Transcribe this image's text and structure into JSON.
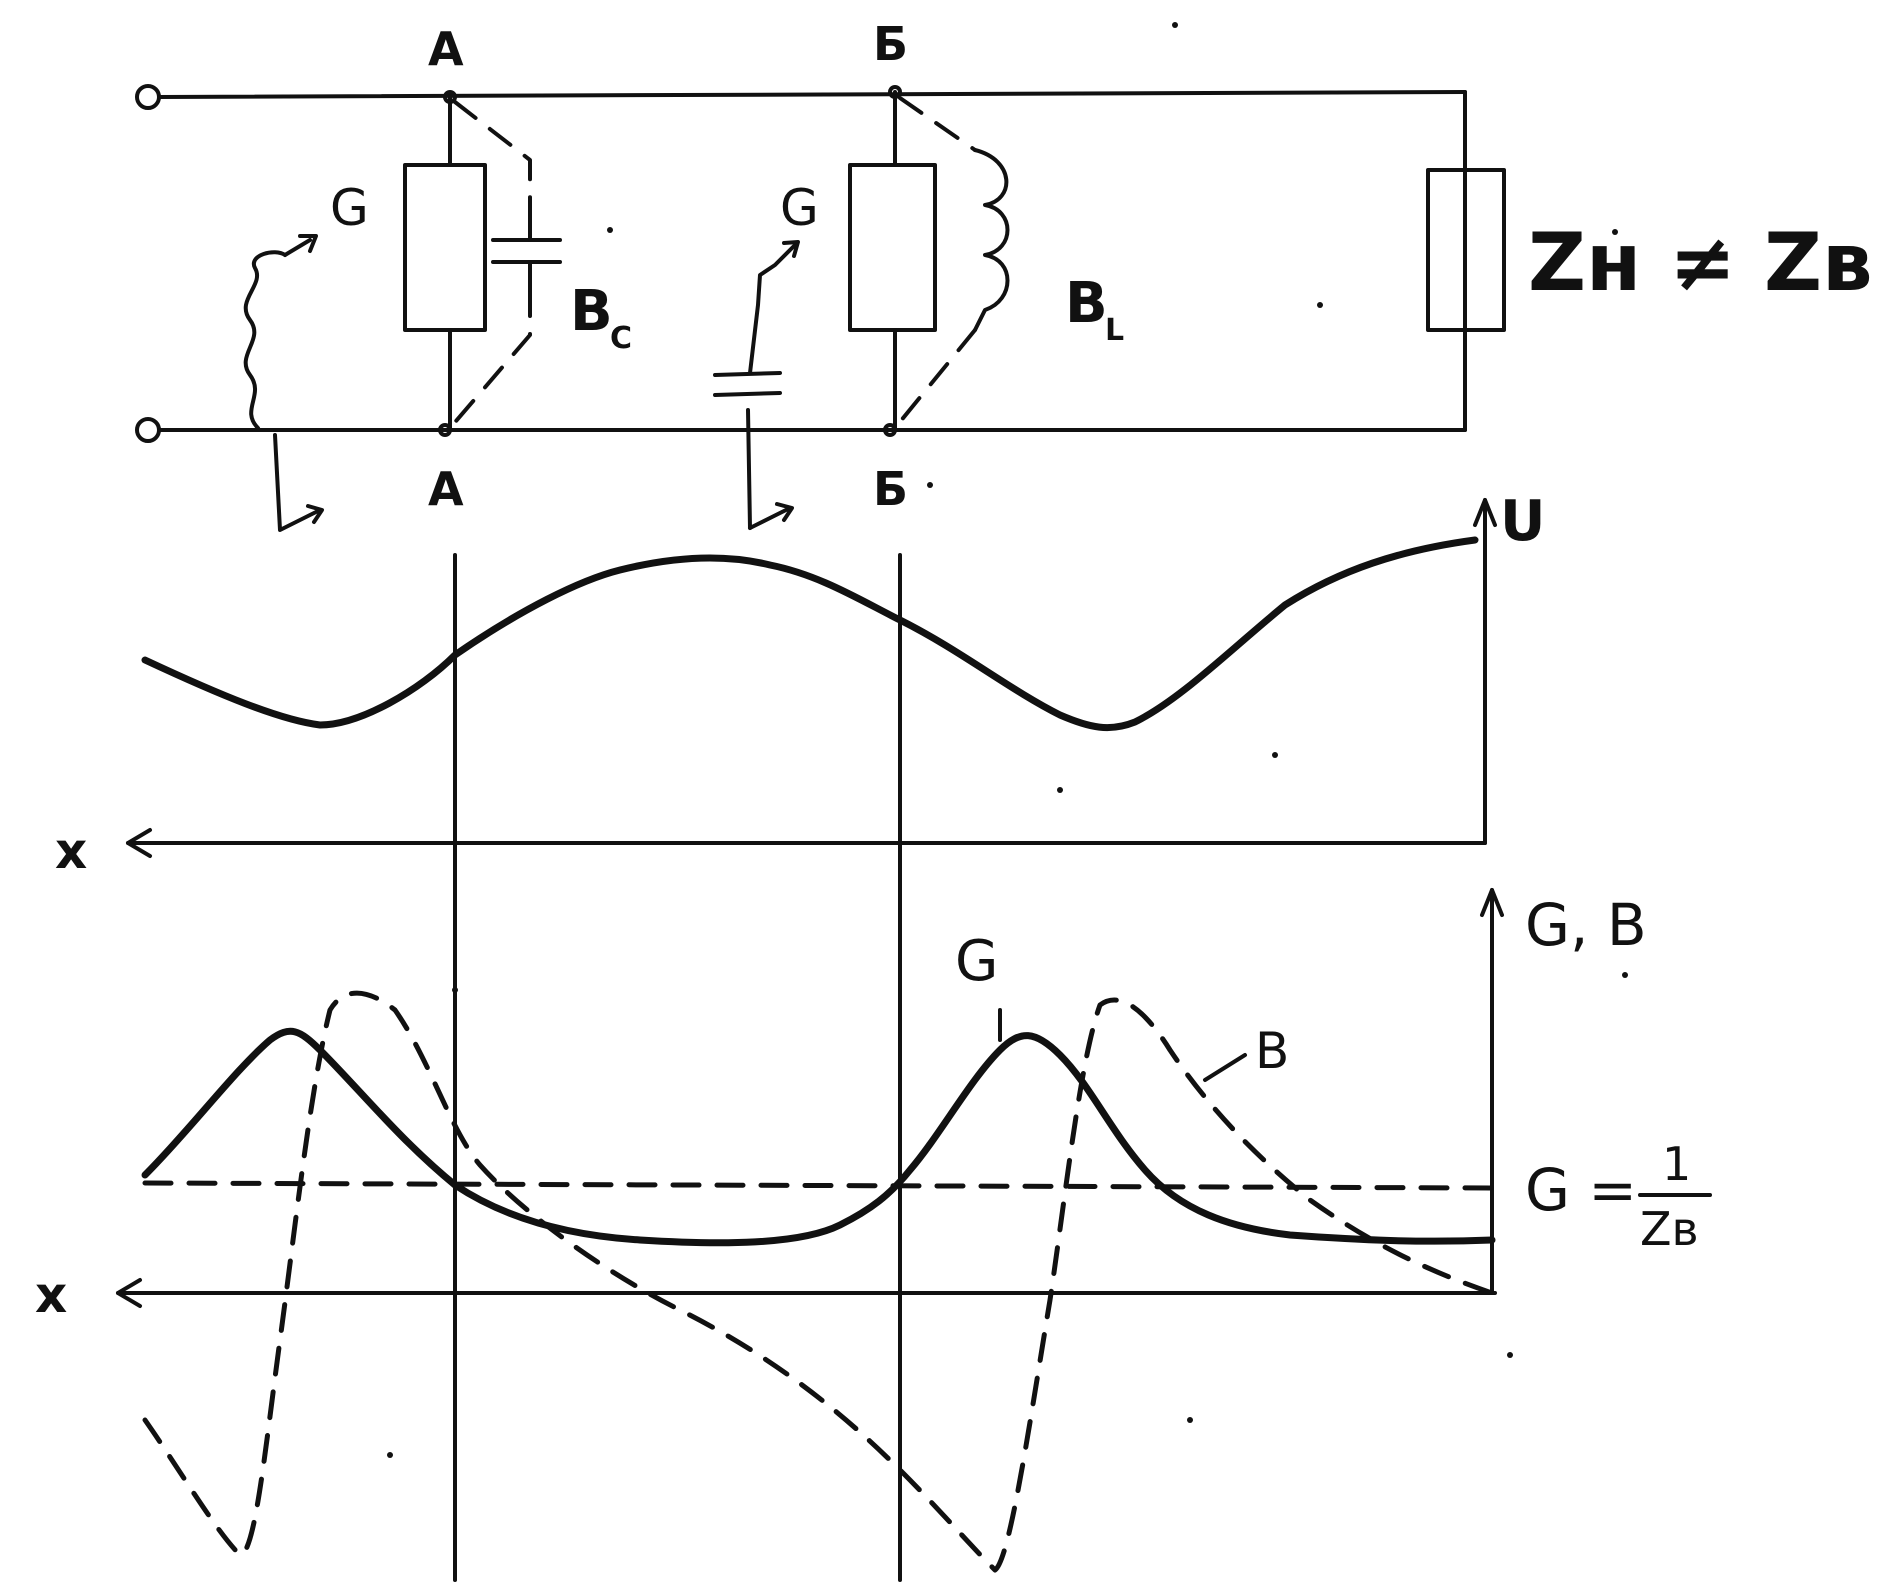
{
  "circuit": {
    "node_a_top": "А",
    "node_a_bottom": "А",
    "node_b_top": "Б",
    "node_b_bottom": "Б",
    "g_label_left": "G",
    "g_label_right": "G",
    "bc_label_main": "B",
    "bc_label_sub": "C",
    "bl_label_main": "B",
    "bl_label_sub": "L",
    "load_label": "Zн ≠ Zв"
  },
  "voltage_plot": {
    "axis_y_label": "U",
    "axis_x_label": "x"
  },
  "admittance_plot": {
    "axis_y_label": "G, B",
    "curve_g_label": "G",
    "curve_b_label": "B",
    "reference_label_lhs": "G =",
    "reference_numerator": "1",
    "reference_denominator": "Zв",
    "axis_x_label": "x"
  },
  "colors": {
    "ink": "#111111",
    "background": "#ffffff"
  }
}
